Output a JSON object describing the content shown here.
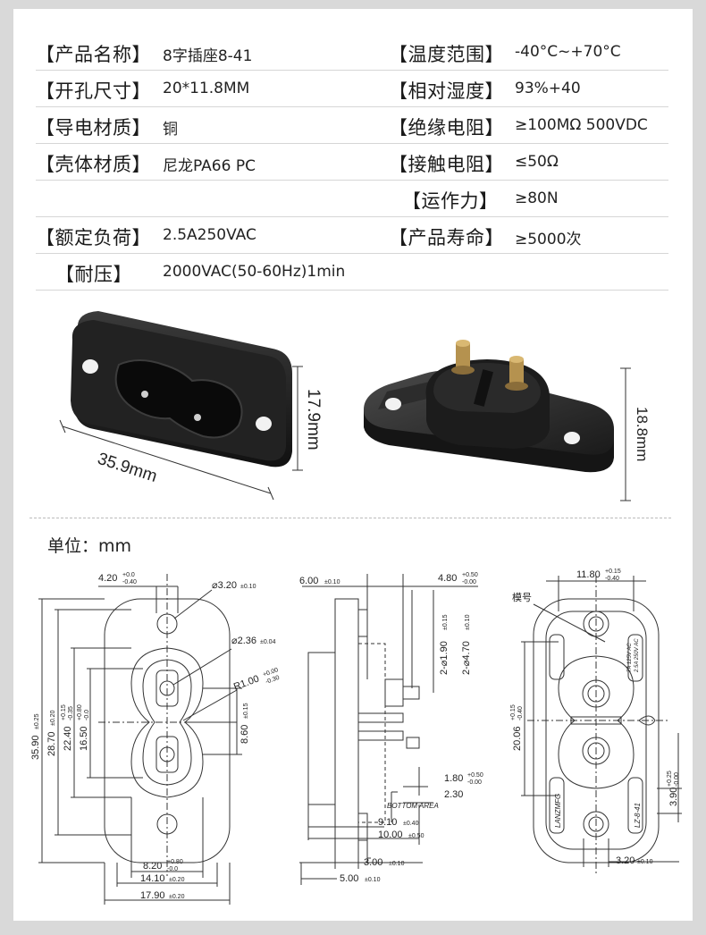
{
  "specs": {
    "rows": [
      {
        "l1": "【产品名称】",
        "v1": "8字插座8-41",
        "l2": "【温度范围】",
        "v2": "-40°C~+70°C"
      },
      {
        "l1": "【开孔尺寸】",
        "v1": "20*11.8MM",
        "l2": "【相对湿度】",
        "v2": "93%+40"
      },
      {
        "l1": "【导电材质】",
        "v1": "铜",
        "l2": "【绝缘电阻】",
        "v2": "≥100MΩ 500VDC"
      },
      {
        "l1": "【壳体材质】",
        "v1": "尼龙PA66 PC",
        "l2": "【接触电阻】",
        "v2": "≤50Ω"
      },
      {
        "l1": "",
        "v1": "",
        "l2": "【运作力】",
        "v2": "≥80N"
      },
      {
        "l1": "【额定负荷】",
        "v1": "2.5A250VAC",
        "l2": "【产品寿命】",
        "v2": "≥5000次"
      },
      {
        "l1": "【耐压】",
        "v1": "2000VAC(50-60Hz)1min",
        "l2": "",
        "v2": ""
      }
    ]
  },
  "photos": {
    "width_label": "35.9mm",
    "height_label": "17.9mm",
    "side_label": "18.8mm"
  },
  "drawing": {
    "unit": "单位：mm",
    "front": {
      "d420": "4.20",
      "d420_tol_top": "+0.0",
      "d420_tol_bot": "-0.40",
      "d320": "⌀3.20",
      "d320_tol": "±0.10",
      "d236": "⌀2.36",
      "d236_tol": "±0.04",
      "r100": "R1.00",
      "r100_tol_top": "+0.00",
      "r100_tol_bot": "-0.30",
      "d860": "8.60",
      "d860_tol": "±0.15",
      "d3590": "35.90",
      "d3590_tol": "±0.25",
      "d2870": "28.70",
      "d2870_tol": "±0.20",
      "d2240": "22.40",
      "d2240_tol_top": "+0.15",
      "d2240_tol_bot": "-0.35",
      "d1650": "16.50",
      "d1650_tol_top": "+0.80",
      "d1650_tol_bot": "-0.0",
      "d820": "8.20",
      "d820_tol_top": "+0.80",
      "d820_tol_bot": "-0.0",
      "d1410": "14.10",
      "d1410_tol": "±0.20",
      "d1790": "17.90",
      "d1790_tol": "±0.20"
    },
    "side": {
      "d600": "6.00",
      "d600_tol": "±0.10",
      "d480": "4.80",
      "d480_tol_top": "+0.50",
      "d480_tol_bot": "-0.00",
      "d190": "2-⌀1.90",
      "d190_tol": "±0.15",
      "d470": "2-⌀4.70",
      "d470_tol": "±0.10",
      "d180": "1.80",
      "d180_tol_top": "+0.50",
      "d180_tol_bot": "-0.00",
      "d230": "2.30",
      "bottom_area": "BOTTOM AREA",
      "d910": "9.10",
      "d910_tol": "±0.40",
      "d1000": "10.00",
      "d1000_tol": "±0.50",
      "d300": "3.00",
      "d300_tol": "±0.10",
      "d500": "5.00",
      "d500_tol": "±0.10"
    },
    "rear": {
      "d1180": "11.80",
      "d1180_tol_top": "+0.15",
      "d1180_tol_bot": "-0.40",
      "mold_label": "模号",
      "d2006": "20.06",
      "d2006_tol_top": "+0.15",
      "d2006_tol_bot": "-0.40",
      "d390": "3.90",
      "d390_tol_top": "+0.25",
      "d390_tol_bot": "-0.00",
      "d320": "3.20",
      "d320_tol": "±0.10",
      "mark_rating1": "7A 125V AC",
      "mark_rating2": "2.5A 250V AC",
      "mark_brand": "LANZMFG",
      "mark_model": "LZ-8-41"
    }
  }
}
